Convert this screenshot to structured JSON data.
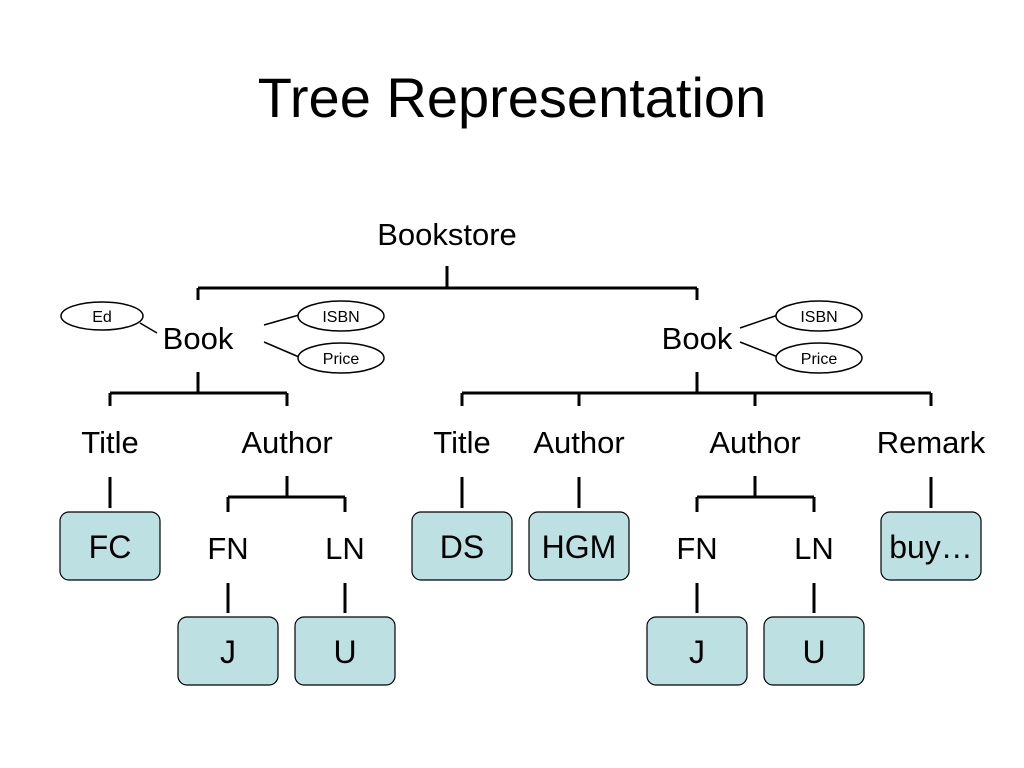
{
  "title": "Tree Representation",
  "tree": {
    "root": "Bookstore",
    "books": [
      {
        "label": "Book",
        "attributes": [
          "Ed",
          "ISBN",
          "Price"
        ],
        "children": [
          {
            "label": "Title",
            "leaves": [
              "FC"
            ]
          },
          {
            "label": "Author",
            "children": [
              {
                "label": "FN",
                "leaves": [
                  "J"
                ]
              },
              {
                "label": "LN",
                "leaves": [
                  "U"
                ]
              }
            ]
          }
        ]
      },
      {
        "label": "Book",
        "attributes": [
          "ISBN",
          "Price"
        ],
        "children": [
          {
            "label": "Title",
            "leaves": [
              "DS"
            ]
          },
          {
            "label": "Author",
            "leaves": [
              "HGM"
            ]
          },
          {
            "label": "Author",
            "children": [
              {
                "label": "FN",
                "leaves": [
                  "J"
                ]
              },
              {
                "label": "LN",
                "leaves": [
                  "U"
                ]
              }
            ]
          },
          {
            "label": "Remark",
            "leaves": [
              "buy…"
            ]
          }
        ]
      }
    ]
  },
  "colors": {
    "leaf_fill": "#bde0e3",
    "line": "#000000"
  }
}
